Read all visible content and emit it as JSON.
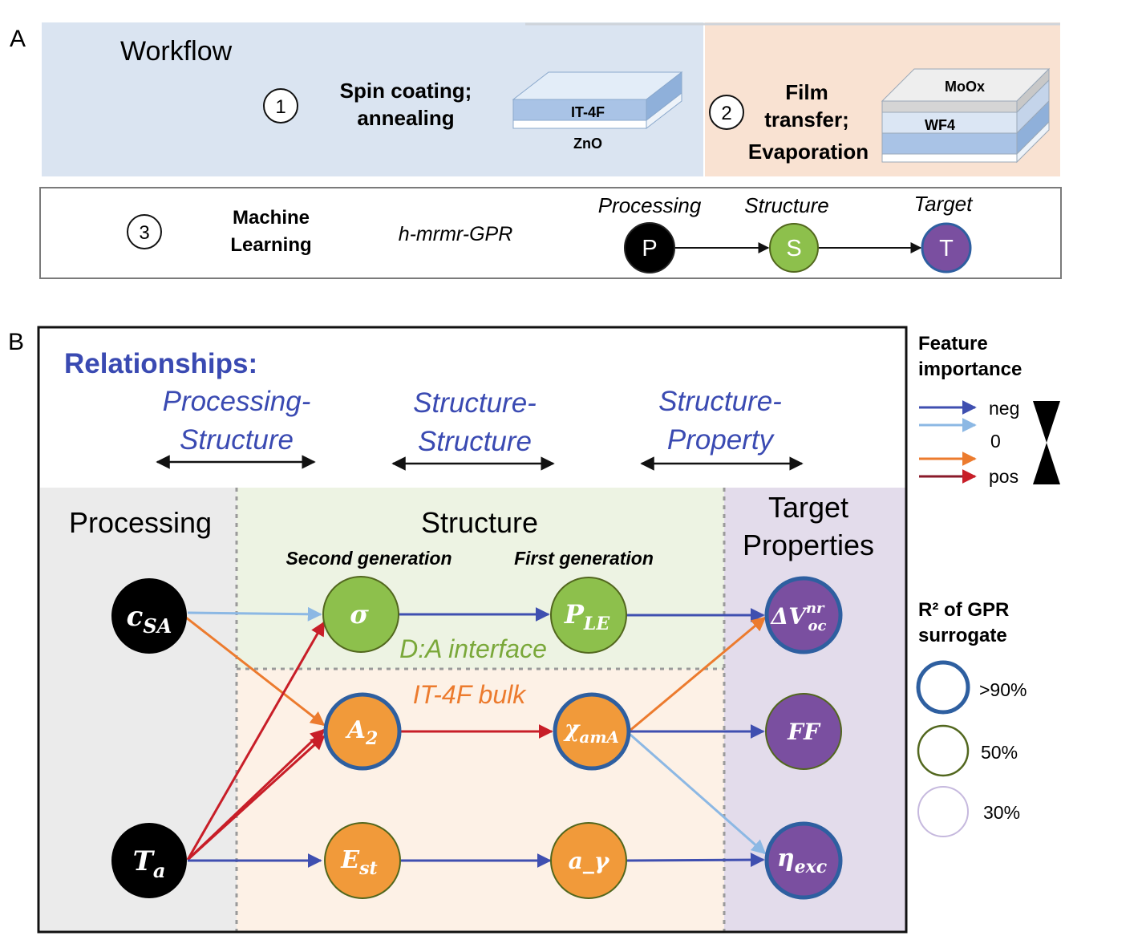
{
  "panel_a": {
    "letter": "A",
    "workflow_title": "Workflow",
    "step1": {
      "number": "1",
      "line1": "Spin coating;",
      "line2": "annealing",
      "stack_top_label": "IT-4F",
      "stack_bottom_label": "ZnO"
    },
    "step2": {
      "number": "2",
      "line1": "Film",
      "line2": "transfer;",
      "line3": "Evaporation",
      "stack_top_label": "MoOx",
      "stack_mid_label": "WF4"
    },
    "step3": {
      "number": "3",
      "line1": "Machine",
      "line2": "Learning",
      "method": "h-mrmr-GPR",
      "pst": [
        {
          "title": "Processing",
          "letter": "P",
          "color": "#000000"
        },
        {
          "title": "Structure",
          "letter": "S",
          "color": "#8dc04c"
        },
        {
          "title": "Target",
          "letter": "T",
          "color": "#7a4fa0"
        }
      ]
    },
    "colors": {
      "step1_bg": "#dae4f1",
      "step2_bg": "#f9e2d2"
    }
  },
  "panel_b": {
    "letter": "B",
    "relationships_title": "Relationships:",
    "relations": [
      {
        "line1": "Processing-",
        "line2": "Structure"
      },
      {
        "line1": "Structure-",
        "line2": "Structure"
      },
      {
        "line1": "Structure-",
        "line2": "Property"
      }
    ],
    "columns": {
      "processing": "Processing",
      "structure": "Structure",
      "target_line1": "Target",
      "target_line2": "Properties",
      "second_gen": "Second generation",
      "first_gen": "First generation"
    },
    "regions": {
      "interface": "D:A interface",
      "bulk": "IT-4F bulk"
    },
    "nodes": {
      "csa": {
        "main": "c",
        "sub": "SA"
      },
      "ta": {
        "main": "T",
        "sub": "a"
      },
      "sigma": {
        "main": "σ"
      },
      "a2": {
        "main": "A",
        "sub": "2"
      },
      "est": {
        "main": "E",
        "sub": "st"
      },
      "ple": {
        "main": "P",
        "sub": "LE"
      },
      "chi": {
        "main": "χ",
        "sub": "amA"
      },
      "agam": {
        "main": "a_γ"
      },
      "dv": {
        "main": "ΔV",
        "sup": "nr",
        "sub": "oc"
      },
      "ff": {
        "main": "FF"
      },
      "eta": {
        "main": "η",
        "sub": "exc"
      }
    },
    "legend": {
      "fi_line1": "Feature",
      "fi_line2": "importance",
      "neg": "neg",
      "zero": "0",
      "pos": "pos",
      "r2_line1": "R² of GPR",
      "r2_line2": "surrogate",
      "r2_levels": [
        ">90%",
        "50%",
        "30%"
      ]
    },
    "colors": {
      "neg_strong": "#3f4fb0",
      "neg_weak": "#8cb8e4",
      "pos_weak": "#ec7b2e",
      "pos_strong": "#c81e28",
      "node_green": "#8dc04c",
      "node_orange": "#f19a3a",
      "node_purple": "#7a4fa0",
      "ring_high": "#2e5fa0",
      "ring_mid": "#52671e",
      "ring_low": "#c6b9de",
      "title_blue": "#3a4ab2"
    }
  }
}
